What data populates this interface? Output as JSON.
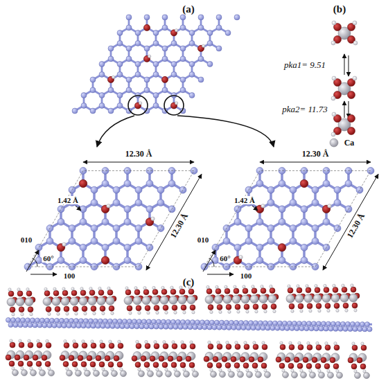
{
  "diagram": {
    "labels": [
      "(a)",
      "12.30 Å",
      "12.30 Å",
      "1.42 Å",
      "60°",
      "010",
      "100",
      "12.30 Å",
      "12.30 Å",
      "1.42 Å",
      "60°",
      "010",
      "100",
      "(b)",
      "pka1= 9.51",
      "pka2= 11.73",
      "Ca",
      "(c)"
    ]
  }
}
